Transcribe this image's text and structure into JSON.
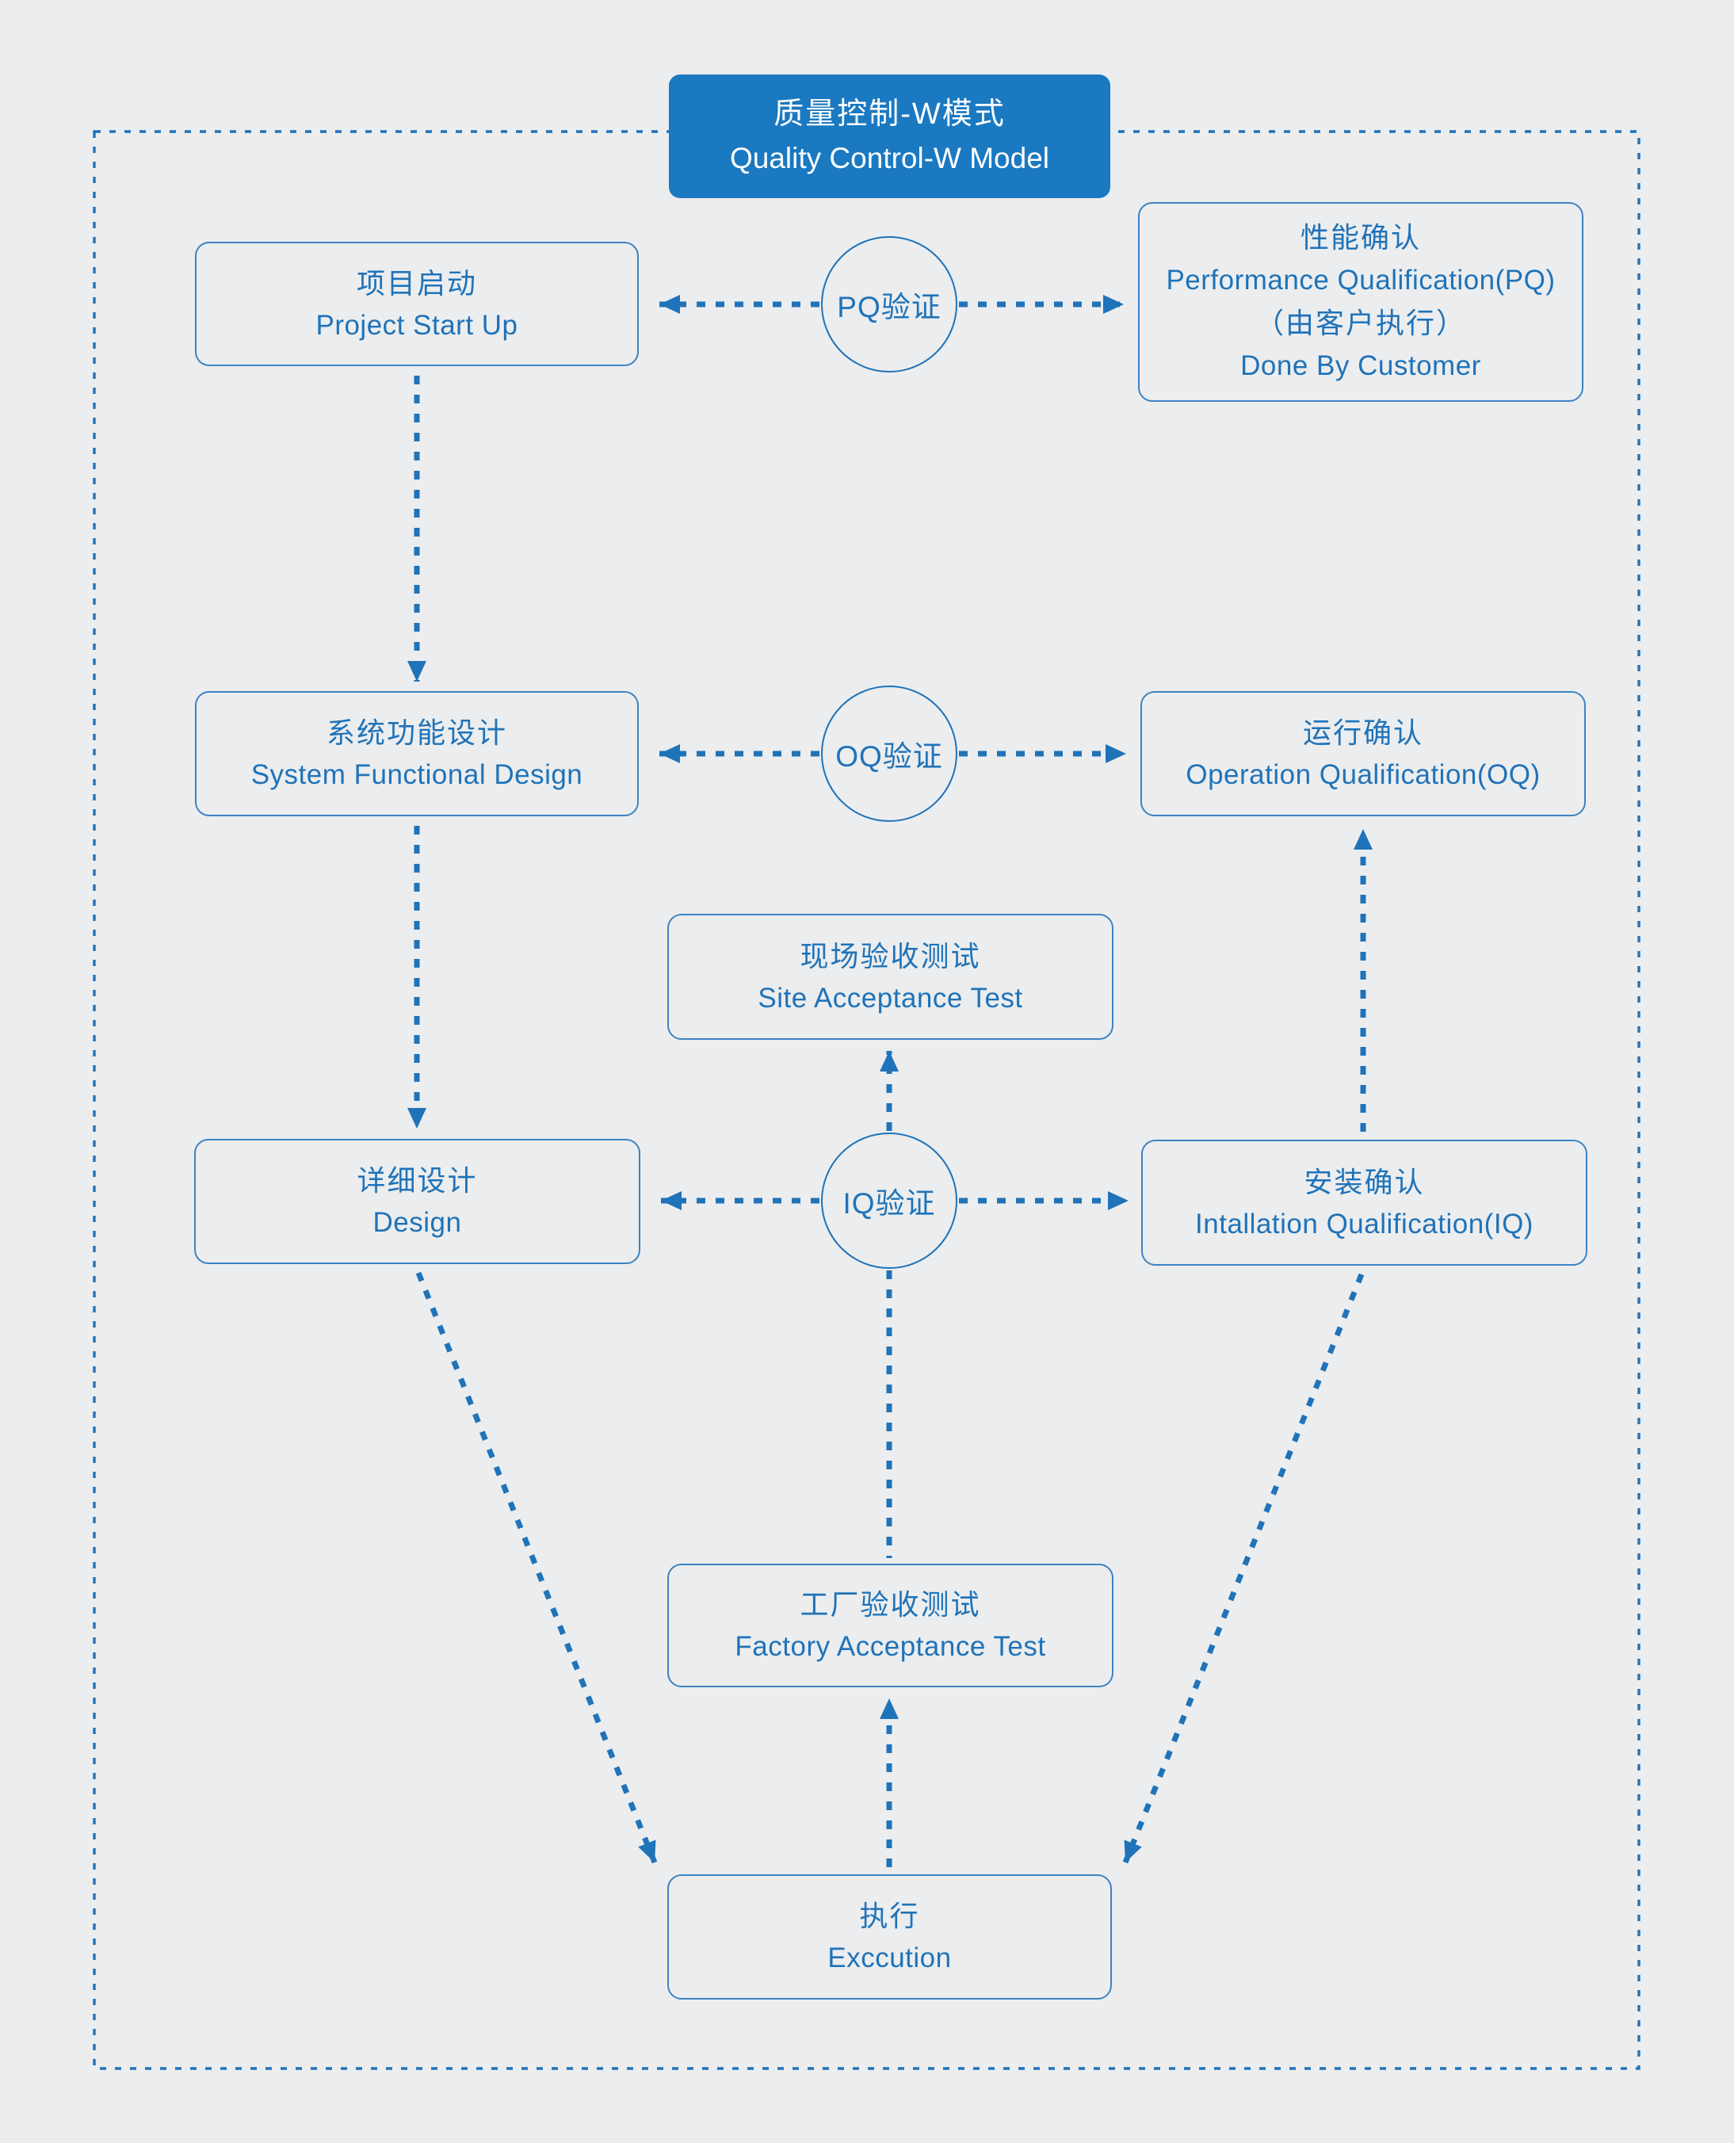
{
  "theme": {
    "bg": "#ecedee",
    "accent": "#1f73b9",
    "box_border": "#3c83c3",
    "title_fill": "#1a79c1",
    "title_text": "#ffffff"
  },
  "title": {
    "zh": "质量控制-W模式",
    "en": "Quality Control-W Model"
  },
  "nodes": {
    "project_start": {
      "zh": "项目启动",
      "en": "Project Start Up"
    },
    "performance_qualification": {
      "zh": "性能确认",
      "en": "Performance Qualification(PQ)",
      "zh_note": "（由客户执行）",
      "en_note": "Done By Customer"
    },
    "system_functional_design": {
      "zh": "系统功能设计",
      "en": "System Functional Design"
    },
    "operation_qualification": {
      "zh": "运行确认",
      "en": "Operation Qualification(OQ)"
    },
    "site_acceptance_test": {
      "zh": "现场验收测试",
      "en": "Site Acceptance Test"
    },
    "design": {
      "zh": "详细设计",
      "en": "Design"
    },
    "installation_qualification": {
      "zh": "安装确认",
      "en": "Intallation Qualification(IQ)"
    },
    "factory_acceptance_test": {
      "zh": "工厂验收测试",
      "en": "Factory Acceptance Test"
    },
    "execution": {
      "zh": "执行",
      "en": "Exccution"
    }
  },
  "validations": {
    "pq": "PQ验证",
    "oq": "OQ验证",
    "iq": "IQ验证"
  }
}
